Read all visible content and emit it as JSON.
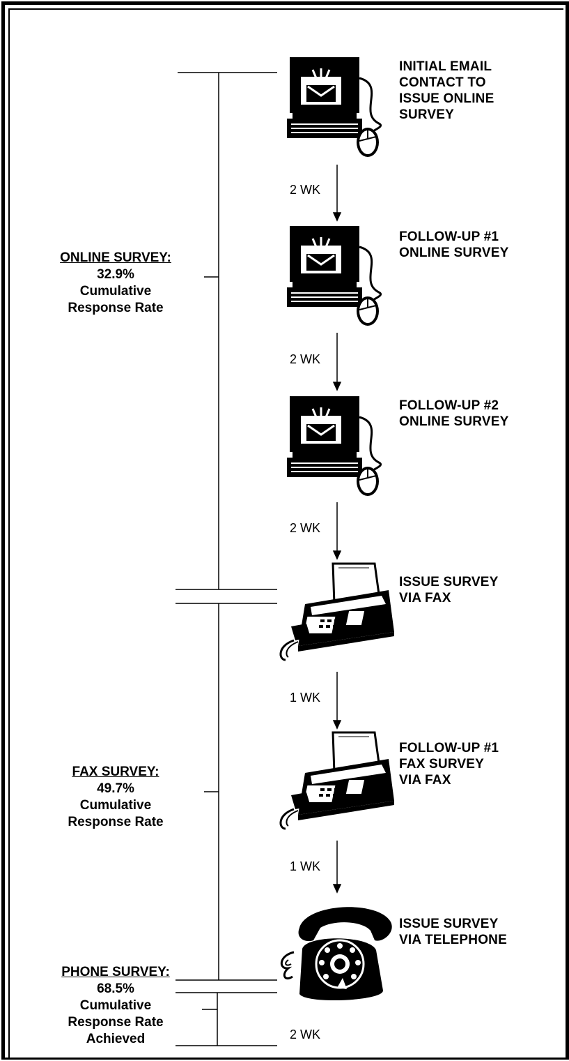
{
  "steps": [
    {
      "label_lines": [
        "INITIAL EMAIL",
        "CONTACT TO",
        "ISSUE ONLINE",
        "SURVEY"
      ],
      "icon": "computer-email-icon"
    },
    {
      "label_lines": [
        "FOLLOW-UP #1",
        "ONLINE SURVEY"
      ],
      "icon": "computer-email-icon"
    },
    {
      "label_lines": [
        "FOLLOW-UP #2",
        "ONLINE SURVEY"
      ],
      "icon": "computer-email-icon"
    },
    {
      "label_lines": [
        "ISSUE SURVEY",
        "VIA FAX"
      ],
      "icon": "fax-machine-icon"
    },
    {
      "label_lines": [
        "FOLLOW-UP #1",
        "FAX SURVEY",
        "VIA FAX"
      ],
      "icon": "fax-machine-icon"
    },
    {
      "label_lines": [
        "ISSUE SURVEY",
        "VIA TELEPHONE"
      ],
      "icon": "telephone-icon"
    }
  ],
  "intervals": [
    "2 WK",
    "2 WK",
    "2 WK",
    "1 WK",
    "1 WK",
    "2 WK"
  ],
  "phases": [
    {
      "title": "ONLINE SURVEY:",
      "rate": "32.9%",
      "line1": "Cumulative",
      "line2": "Response Rate",
      "line3": ""
    },
    {
      "title": "FAX SURVEY:",
      "rate": "49.7%",
      "line1": "Cumulative",
      "line2": "Response Rate",
      "line3": ""
    },
    {
      "title": "PHONE SURVEY:",
      "rate": "68.5%",
      "line1": "Cumulative",
      "line2": "Response Rate",
      "line3": "Achieved"
    }
  ]
}
